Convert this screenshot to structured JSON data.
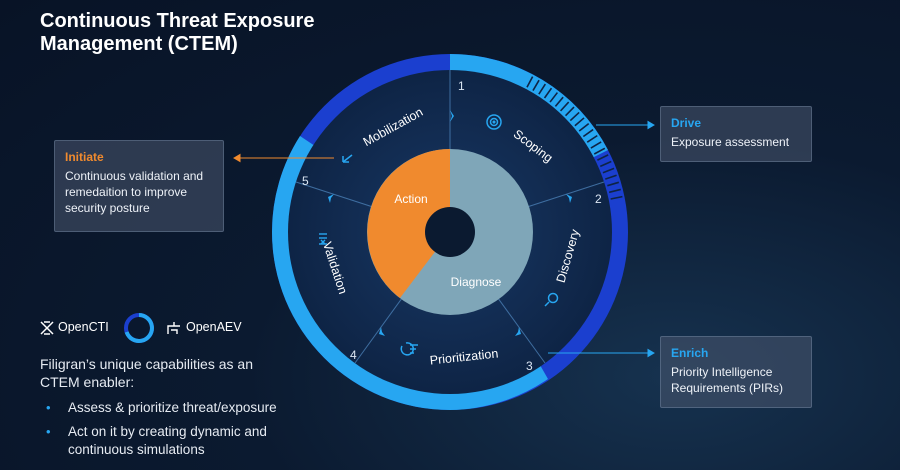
{
  "title": "Continuous Threat Exposure Management (CTEM)",
  "initiate": {
    "heading": "Initiate",
    "text": "Continuous validation and remedaition to improve security posture"
  },
  "drive": {
    "heading": "Drive",
    "text": "Exposure assessment"
  },
  "enrich": {
    "heading": "Enrich",
    "text": "Priority Intelligence Requirements (PIRs)"
  },
  "wheel": {
    "segments": [
      {
        "number": "1",
        "label": "Scoping",
        "icon": "target-icon"
      },
      {
        "number": "2",
        "label": "Discovery",
        "icon": "magnifier-icon"
      },
      {
        "number": "3",
        "label": "Prioritization",
        "icon": "sort-icon"
      },
      {
        "number": "4",
        "label": "Validation",
        "icon": "compare-icon"
      },
      {
        "number": "5",
        "label": "Mobilization",
        "icon": "deploy-icon"
      }
    ],
    "inner": {
      "action": "Action",
      "diagnose": "Diagnose"
    }
  },
  "logos": {
    "opencti": "OpenCTI",
    "openaev": "OpenAEV"
  },
  "capabilities": {
    "intro": "Filigran’s unique capabilities as an CTEM enabler:",
    "items": [
      "Assess & prioritize threat/exposure",
      "Act on it by creating dynamic and continuous simulations"
    ]
  },
  "colors": {
    "orange": "#f08a2e",
    "light_blue": "#27a6f1",
    "deep_blue": "#1b3fcf",
    "teal": "#7fa6b8",
    "navy": "#0f2748"
  }
}
